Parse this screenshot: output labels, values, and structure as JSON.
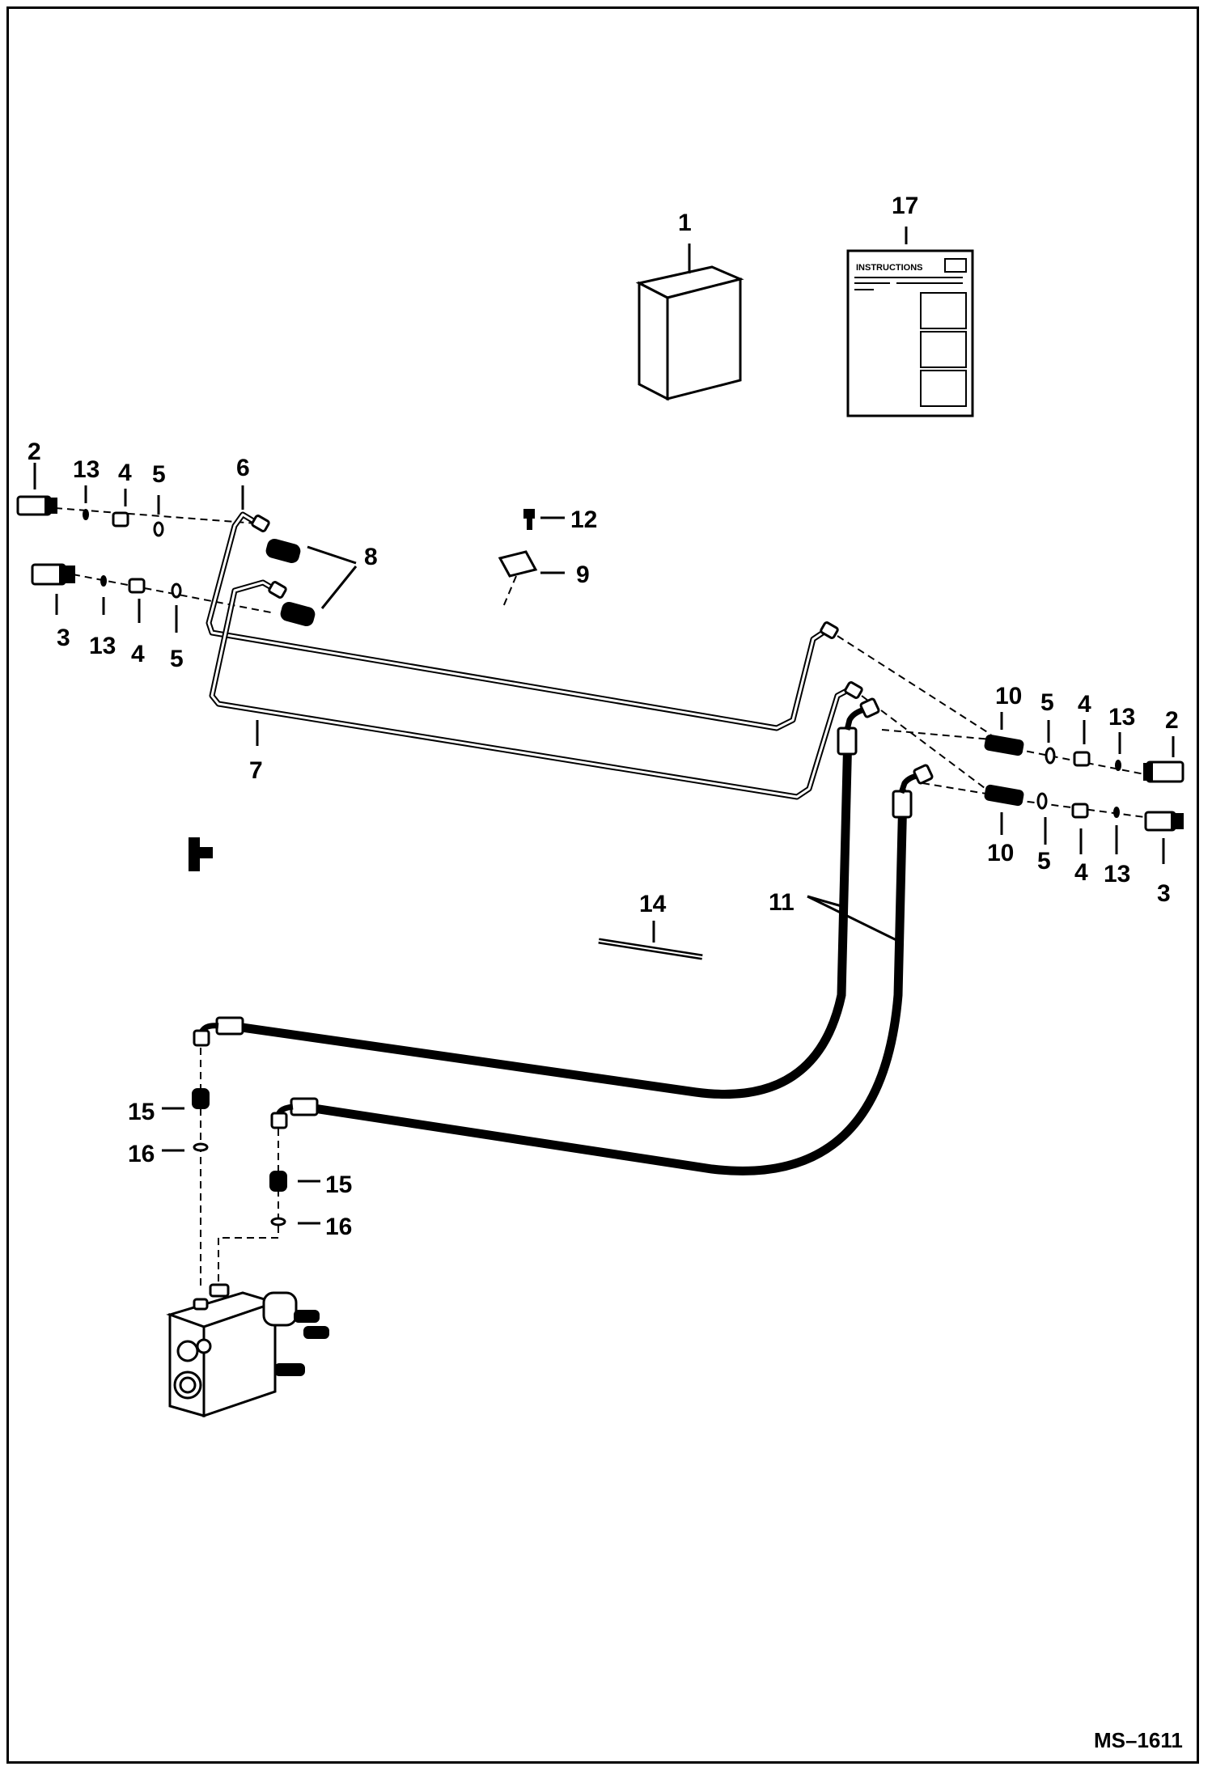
{
  "figure_code": "MS–1611",
  "instructions_sheet": {
    "heading": "INSTRUCTIONS"
  },
  "callouts": {
    "c1": "1",
    "c2a": "2",
    "c2b": "2",
    "c3a": "3",
    "c3b": "3",
    "c4a": "4",
    "c4b": "4",
    "c4c": "4",
    "c4d": "4",
    "c5a": "5",
    "c5b": "5",
    "c5c": "5",
    "c5d": "5",
    "c6": "6",
    "c7": "7",
    "c8": "8",
    "c9": "9",
    "c10a": "10",
    "c10b": "10",
    "c11": "11",
    "c12": "12",
    "c13a": "13",
    "c13b": "13",
    "c13c": "13",
    "c13d": "13",
    "c14": "14",
    "c15a": "15",
    "c15b": "15",
    "c16a": "16",
    "c16b": "16",
    "c17": "17"
  }
}
